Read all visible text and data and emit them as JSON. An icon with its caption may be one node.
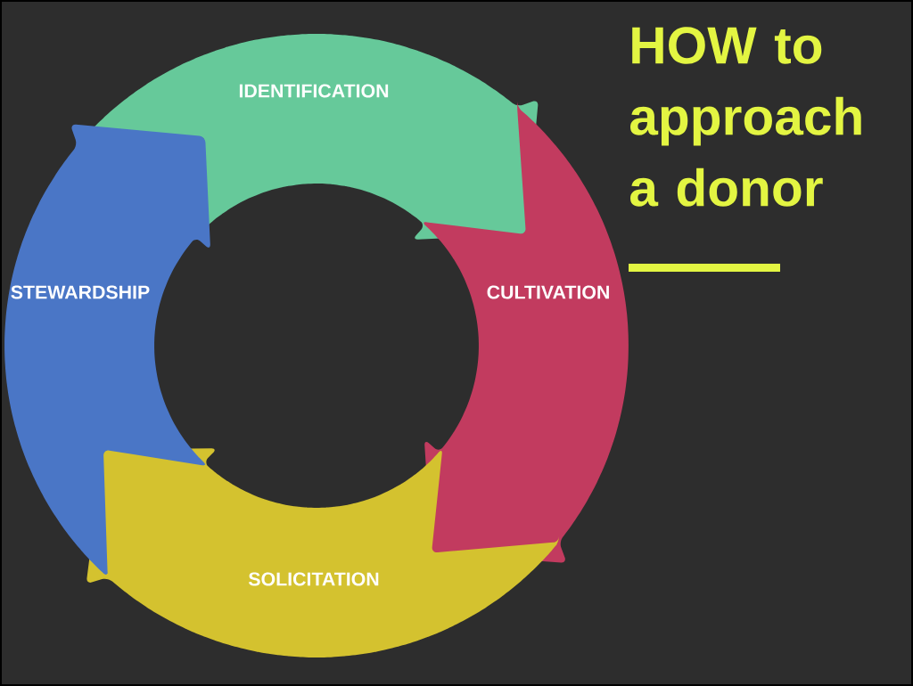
{
  "diagram": {
    "title": "HOW to approach a donor",
    "nodes": [
      {
        "text": [
          "IDENTIFICATION"
        ]
      },
      {
        "text": [
          "CULTIVATION"
        ]
      },
      {
        "text": [
          "SOLICITATION"
        ]
      },
      {
        "text": [
          "STEWARDSHIP"
        ]
      }
    ]
  }
}
